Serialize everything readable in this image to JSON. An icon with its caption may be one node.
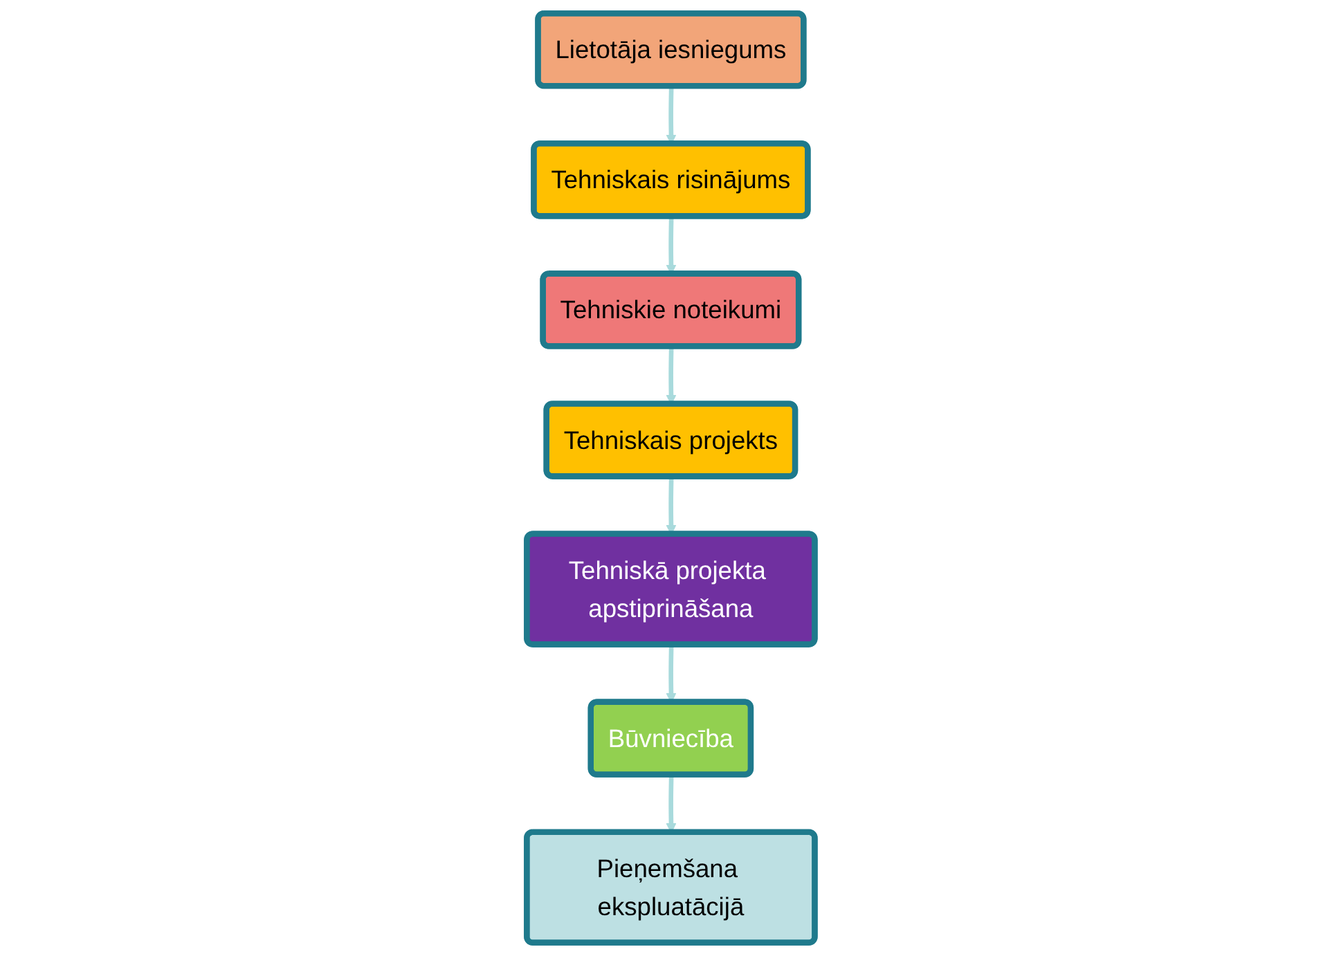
{
  "diagram": {
    "nodes": [
      {
        "text": [
          "Lietotāja iesniegums"
        ]
      },
      {
        "text": [
          "Tehniskais risinājums"
        ]
      },
      {
        "text": [
          "Tehniskie noteikumi"
        ]
      },
      {
        "text": [
          "Tehniskais projekts"
        ]
      },
      {
        "text": [
          "Tehniskā projekta apstiprināšana"
        ]
      },
      {
        "text": [
          "Būvniecība"
        ]
      },
      {
        "text": [
          "Pieņemšana ekspluatācijā"
        ]
      }
    ],
    "edges": [
      {
        "from": 0,
        "to": 1,
        "arrow": "to"
      },
      {
        "from": 1,
        "to": 2,
        "arrow": "to"
      },
      {
        "from": 2,
        "to": 3,
        "arrow": "to"
      },
      {
        "from": 3,
        "to": 4,
        "arrow": "to"
      },
      {
        "from": 4,
        "to": 5,
        "arrow": "to"
      },
      {
        "from": 5,
        "to": 6,
        "arrow": "to"
      }
    ]
  }
}
